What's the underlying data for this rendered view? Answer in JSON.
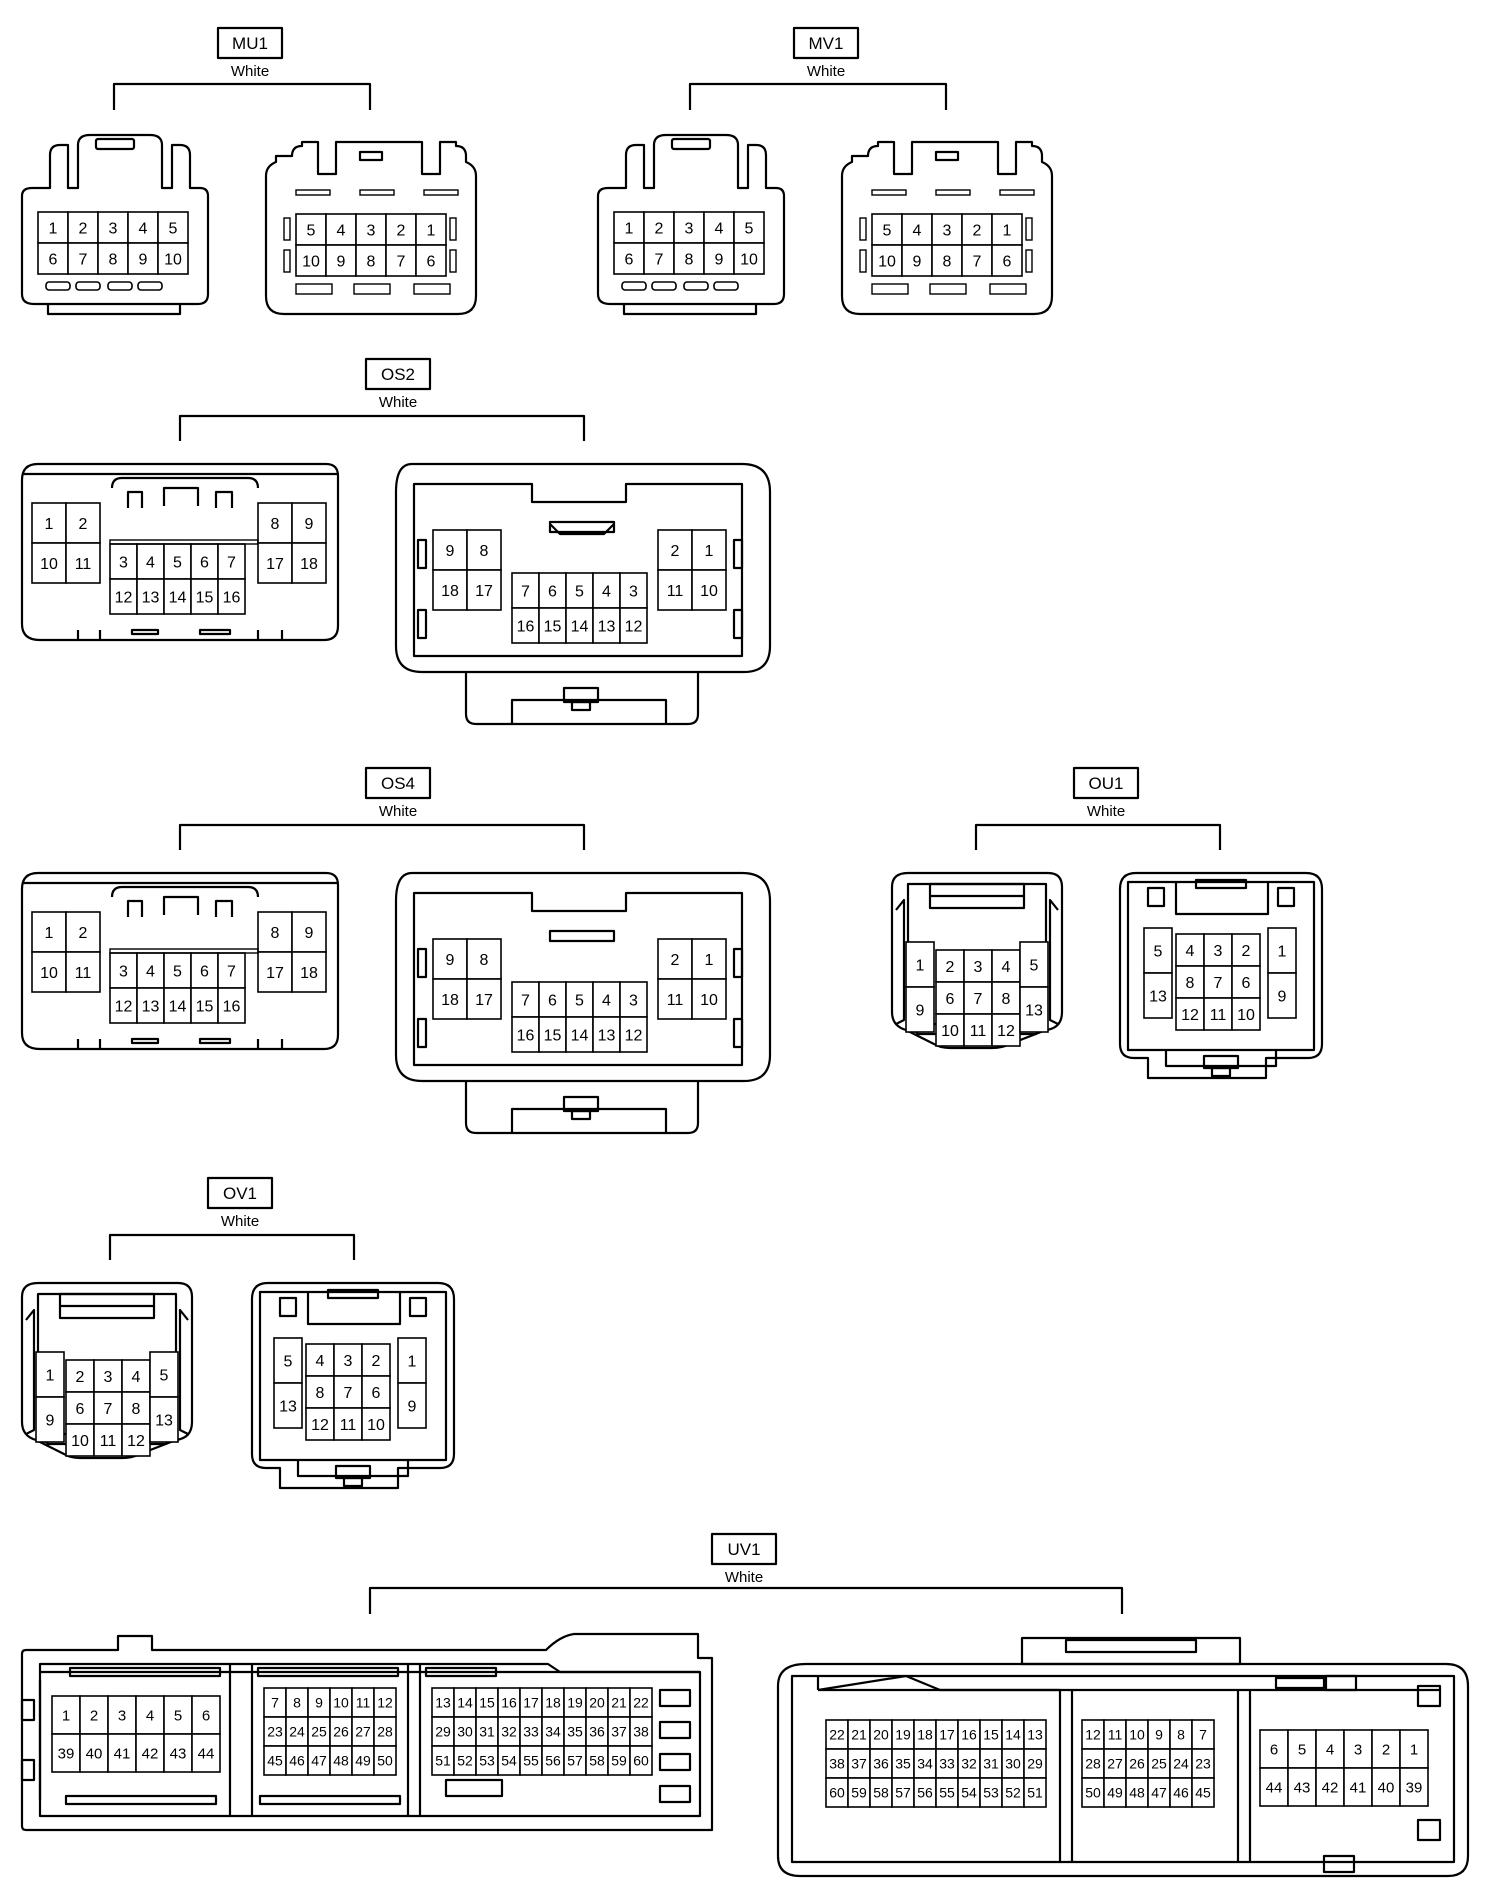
{
  "colors": {
    "line": "#000000",
    "background": "#ffffff"
  },
  "connectors": [
    {
      "id": "mu1",
      "code": "MU1",
      "color_label": "White",
      "halves": [
        {
          "style": "small-plug",
          "rows": [
            [
              "1",
              "2",
              "3",
              "4",
              "5"
            ],
            [
              "6",
              "7",
              "8",
              "9",
              "10"
            ]
          ]
        },
        {
          "style": "small-socket",
          "rows": [
            [
              "5",
              "4",
              "3",
              "2",
              "1"
            ],
            [
              "10",
              "9",
              "8",
              "7",
              "6"
            ]
          ]
        }
      ]
    },
    {
      "id": "mv1",
      "code": "MV1",
      "color_label": "White",
      "halves": [
        {
          "style": "small-plug",
          "rows": [
            [
              "1",
              "2",
              "3",
              "4",
              "5"
            ],
            [
              "6",
              "7",
              "8",
              "9",
              "10"
            ]
          ]
        },
        {
          "style": "small-socket",
          "rows": [
            [
              "5",
              "4",
              "3",
              "2",
              "1"
            ],
            [
              "10",
              "9",
              "8",
              "7",
              "6"
            ]
          ]
        }
      ]
    },
    {
      "id": "os2",
      "code": "OS2",
      "color_label": "White",
      "halves": [
        {
          "style": "medium-plug",
          "left": [
            [
              "1",
              "2"
            ],
            [
              "10",
              "11"
            ]
          ],
          "center": [
            [
              "3",
              "4",
              "5",
              "6",
              "7"
            ],
            [
              "12",
              "13",
              "14",
              "15",
              "16"
            ]
          ],
          "right": [
            [
              "8",
              "9"
            ],
            [
              "17",
              "18"
            ]
          ]
        },
        {
          "style": "medium-socket",
          "left": [
            [
              "9",
              "8"
            ],
            [
              "18",
              "17"
            ]
          ],
          "center": [
            [
              "7",
              "6",
              "5",
              "4",
              "3"
            ],
            [
              "16",
              "15",
              "14",
              "13",
              "12"
            ]
          ],
          "right": [
            [
              "2",
              "1"
            ],
            [
              "11",
              "10"
            ]
          ]
        }
      ]
    },
    {
      "id": "os4",
      "code": "OS4",
      "color_label": "White",
      "halves": [
        {
          "style": "medium-plug",
          "left": [
            [
              "1",
              "2"
            ],
            [
              "10",
              "11"
            ]
          ],
          "center": [
            [
              "3",
              "4",
              "5",
              "6",
              "7"
            ],
            [
              "12",
              "13",
              "14",
              "15",
              "16"
            ]
          ],
          "right": [
            [
              "8",
              "9"
            ],
            [
              "17",
              "18"
            ]
          ]
        },
        {
          "style": "medium-socket",
          "left": [
            [
              "9",
              "8"
            ],
            [
              "18",
              "17"
            ]
          ],
          "center": [
            [
              "7",
              "6",
              "5",
              "4",
              "3"
            ],
            [
              "16",
              "15",
              "14",
              "13",
              "12"
            ]
          ],
          "right": [
            [
              "2",
              "1"
            ],
            [
              "11",
              "10"
            ]
          ]
        }
      ]
    },
    {
      "id": "ou1",
      "code": "OU1",
      "color_label": "White",
      "halves": [
        {
          "style": "square-plug",
          "left": [
            "1",
            "9"
          ],
          "center": [
            [
              "2",
              "3",
              "4"
            ],
            [
              "6",
              "7",
              "8"
            ],
            [
              "10",
              "11",
              "12"
            ]
          ],
          "right": [
            "5",
            "13"
          ]
        },
        {
          "style": "square-socket",
          "left": [
            "5",
            "13"
          ],
          "center": [
            [
              "4",
              "3",
              "2"
            ],
            [
              "8",
              "7",
              "6"
            ],
            [
              "12",
              "11",
              "10"
            ]
          ],
          "right": [
            "1",
            "9"
          ]
        }
      ]
    },
    {
      "id": "ov1",
      "code": "OV1",
      "color_label": "White",
      "halves": [
        {
          "style": "square-plug",
          "left": [
            "1",
            "9"
          ],
          "center": [
            [
              "2",
              "3",
              "4"
            ],
            [
              "6",
              "7",
              "8"
            ],
            [
              "10",
              "11",
              "12"
            ]
          ],
          "right": [
            "5",
            "13"
          ]
        },
        {
          "style": "square-socket",
          "left": [
            "5",
            "13"
          ],
          "center": [
            [
              "4",
              "3",
              "2"
            ],
            [
              "8",
              "7",
              "6"
            ],
            [
              "12",
              "11",
              "10"
            ]
          ],
          "right": [
            "1",
            "9"
          ]
        }
      ]
    },
    {
      "id": "uv1",
      "code": "UV1",
      "color_label": "White",
      "halves": [
        {
          "style": "large-plug",
          "groups": [
            [
              [
                "1",
                "2",
                "3",
                "4",
                "5",
                "6"
              ],
              [
                "39",
                "40",
                "41",
                "42",
                "43",
                "44"
              ]
            ],
            [
              [
                "7",
                "8",
                "9",
                "10",
                "11",
                "12"
              ],
              [
                "23",
                "24",
                "25",
                "26",
                "27",
                "28"
              ],
              [
                "45",
                "46",
                "47",
                "48",
                "49",
                "50"
              ]
            ],
            [
              [
                "13",
                "14",
                "15",
                "16",
                "17",
                "18",
                "19",
                "20",
                "21",
                "22"
              ],
              [
                "29",
                "30",
                "31",
                "32",
                "33",
                "34",
                "35",
                "36",
                "37",
                "38"
              ],
              [
                "51",
                "52",
                "53",
                "54",
                "55",
                "56",
                "57",
                "58",
                "59",
                "60"
              ]
            ]
          ]
        },
        {
          "style": "large-socket",
          "groups": [
            [
              [
                "22",
                "21",
                "20",
                "19",
                "18",
                "17",
                "16",
                "15",
                "14",
                "13"
              ],
              [
                "38",
                "37",
                "36",
                "35",
                "34",
                "33",
                "32",
                "31",
                "30",
                "29"
              ],
              [
                "60",
                "59",
                "58",
                "57",
                "56",
                "55",
                "54",
                "53",
                "52",
                "51"
              ]
            ],
            [
              [
                "12",
                "11",
                "10",
                "9",
                "8",
                "7"
              ],
              [
                "28",
                "27",
                "26",
                "25",
                "24",
                "23"
              ],
              [
                "50",
                "49",
                "48",
                "47",
                "46",
                "45"
              ]
            ],
            [
              [
                "6",
                "5",
                "4",
                "3",
                "2",
                "1"
              ],
              [
                "44",
                "43",
                "42",
                "41",
                "40",
                "39"
              ]
            ]
          ]
        }
      ]
    }
  ]
}
